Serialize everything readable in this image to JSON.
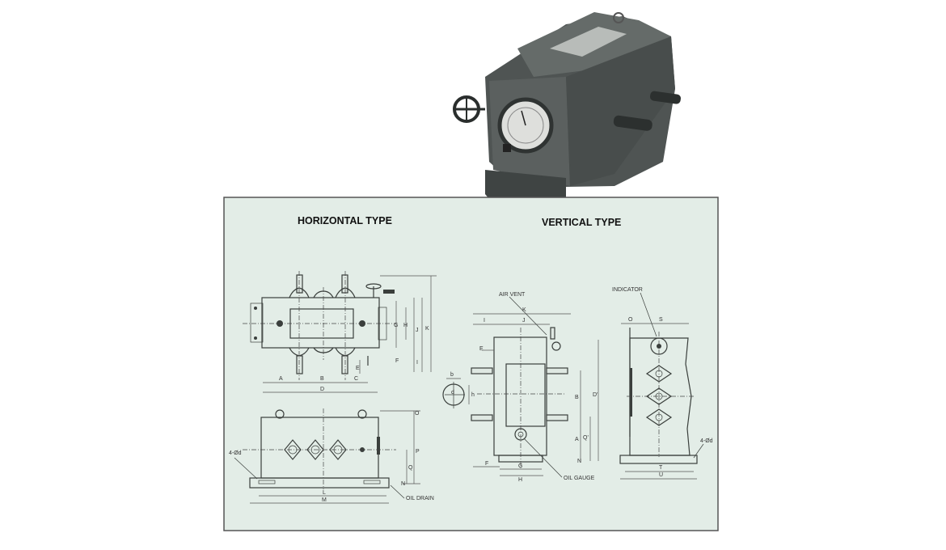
{
  "titles": {
    "horizontal": "HORIZONTAL TYPE",
    "vertical": "VERTICAL TYPE"
  },
  "callouts": {
    "air_vent": "AIR VENT",
    "indicator": "INDICATOR",
    "oil_gauge": "OIL GAUGE",
    "oil_drain": "OIL DRAIN",
    "bolt_holes_left": "4-Ød",
    "bolt_holes_right": "4-Ød"
  },
  "dims": {
    "horizontal_top": {
      "A": "A",
      "B": "B",
      "C": "C",
      "D": "D",
      "E": "E",
      "F": "F",
      "G": "G",
      "H": "H",
      "I": "I",
      "J": "J",
      "K": "K"
    },
    "horizontal_bottom": {
      "L": "L",
      "M": "M",
      "N": "N",
      "O": "O",
      "P": "P",
      "Q": "Q"
    },
    "shaft": {
      "b": "b",
      "h": "h",
      "d": "d"
    },
    "vertical_front": {
      "K": "K",
      "I": "I",
      "J": "J",
      "E": "E",
      "B": "B",
      "D1": "D'",
      "A": "A",
      "Q1": "Q'",
      "N": "N",
      "F": "F",
      "G": "G",
      "H": "H"
    },
    "vertical_side": {
      "O": "O",
      "S": "S",
      "T": "T",
      "U": "U"
    }
  },
  "colors": {
    "panel": "#e3ede7",
    "ink": "#3a3f3c",
    "housing": "#4f5453"
  }
}
